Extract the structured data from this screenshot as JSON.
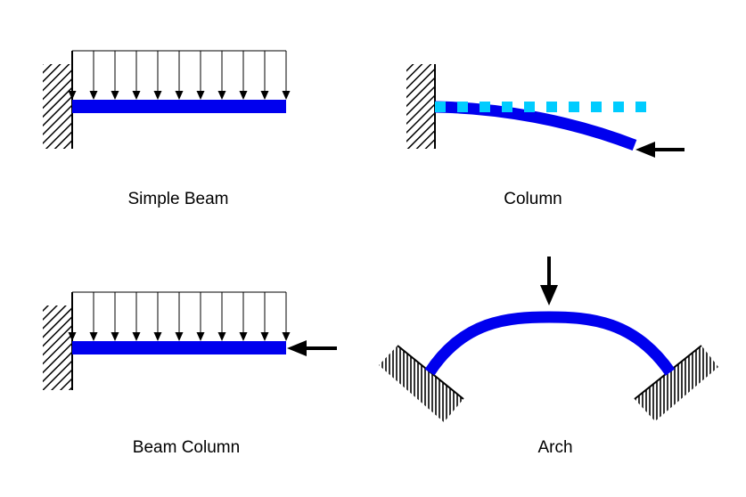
{
  "colors": {
    "member": "#0000ee",
    "original_shape": "#00ccff",
    "line": "#000000",
    "background": "#ffffff"
  },
  "panels": [
    {
      "id": "simple-beam",
      "label": "Simple Beam",
      "load": "uniform distributed load",
      "distributed_load_arrows": 11,
      "axial_load": false,
      "support": "fixed wall"
    },
    {
      "id": "column",
      "label": "Column",
      "load": "axial compression",
      "axial_load": true,
      "shows_original_shape": true,
      "support": "fixed wall"
    },
    {
      "id": "beam-column",
      "label": "Beam Column",
      "load": "uniform distributed load + axial compression",
      "distributed_load_arrows": 11,
      "axial_load": true,
      "support": "fixed wall"
    },
    {
      "id": "arch",
      "label": "Arch",
      "load": "point load at crown",
      "support": "two inclined fixed supports"
    }
  ]
}
